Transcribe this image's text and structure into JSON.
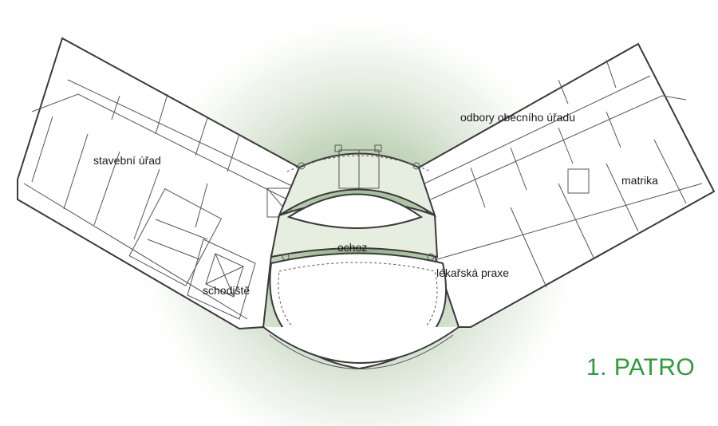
{
  "floor": {
    "title": "1. PATRO"
  },
  "rooms": {
    "building_office": "stavební úřad",
    "municipal_departments": "odbory obecního úřadu",
    "registry": "matrika",
    "gallery": "ochoz",
    "medical_practice": "lékařská praxe",
    "staircase": "schodiště"
  },
  "colors": {
    "title_green": "#2e9a3a",
    "glow_green": "#6f9a62"
  }
}
